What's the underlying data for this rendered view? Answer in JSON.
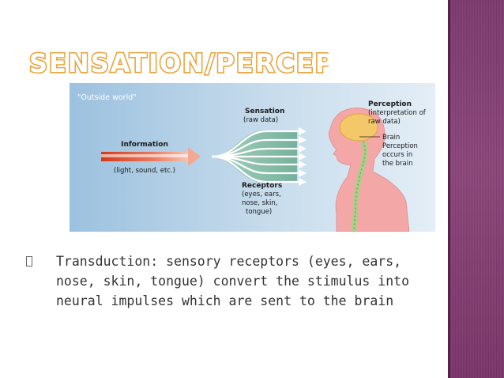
{
  "slide": {
    "title": "SENSATION/PERCEPTION",
    "accent_color": "#e8a640",
    "sidebar_color": "#7c3a6e"
  },
  "diagram": {
    "outside_world_label": "\"Outside world\"",
    "information_label": "Information",
    "information_sub": "(light, sound, etc.)",
    "sensation_label": "Sensation",
    "sensation_sub": "(raw data)",
    "receptors_label": "Receptors",
    "receptors_sub": [
      "(eyes, ears,",
      "nose, skin,",
      "tongue)"
    ],
    "perception_label": "Perception",
    "perception_sub": [
      "(interpretation of",
      "raw data)"
    ],
    "brain_label": [
      "Brain",
      "Perception",
      "occurs in",
      "the brain"
    ]
  },
  "bullet": {
    "text": "Transduction: sensory receptors (eyes, ears,\nnose, skin, tongue) convert the stimulus into\nneural impulses which are sent to the brain"
  }
}
